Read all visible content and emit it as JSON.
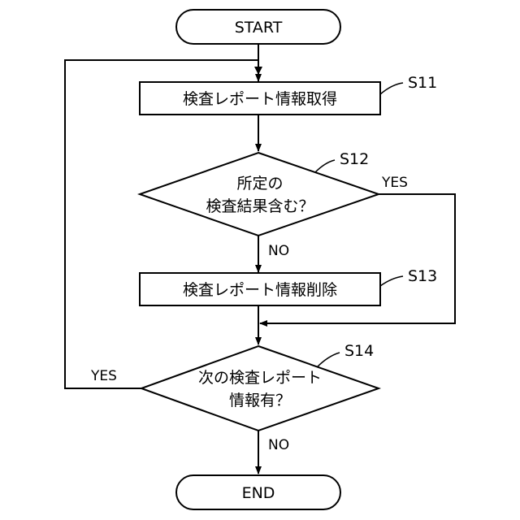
{
  "terminals": {
    "start": "START",
    "end": "END"
  },
  "steps": {
    "s11": {
      "ref": "S11",
      "text": "検査レポート情報取得"
    },
    "s12": {
      "ref": "S12",
      "line1": "所定の",
      "line2": "検査結果含む？"
    },
    "s13": {
      "ref": "S13",
      "text": "検査レポート情報削除"
    },
    "s14": {
      "ref": "S14",
      "line1": "次の検査レポート",
      "line2": "情報有？"
    }
  },
  "branches": {
    "s12_yes": "YES",
    "s12_no": "NO",
    "s14_yes": "YES",
    "s14_no": "NO"
  }
}
